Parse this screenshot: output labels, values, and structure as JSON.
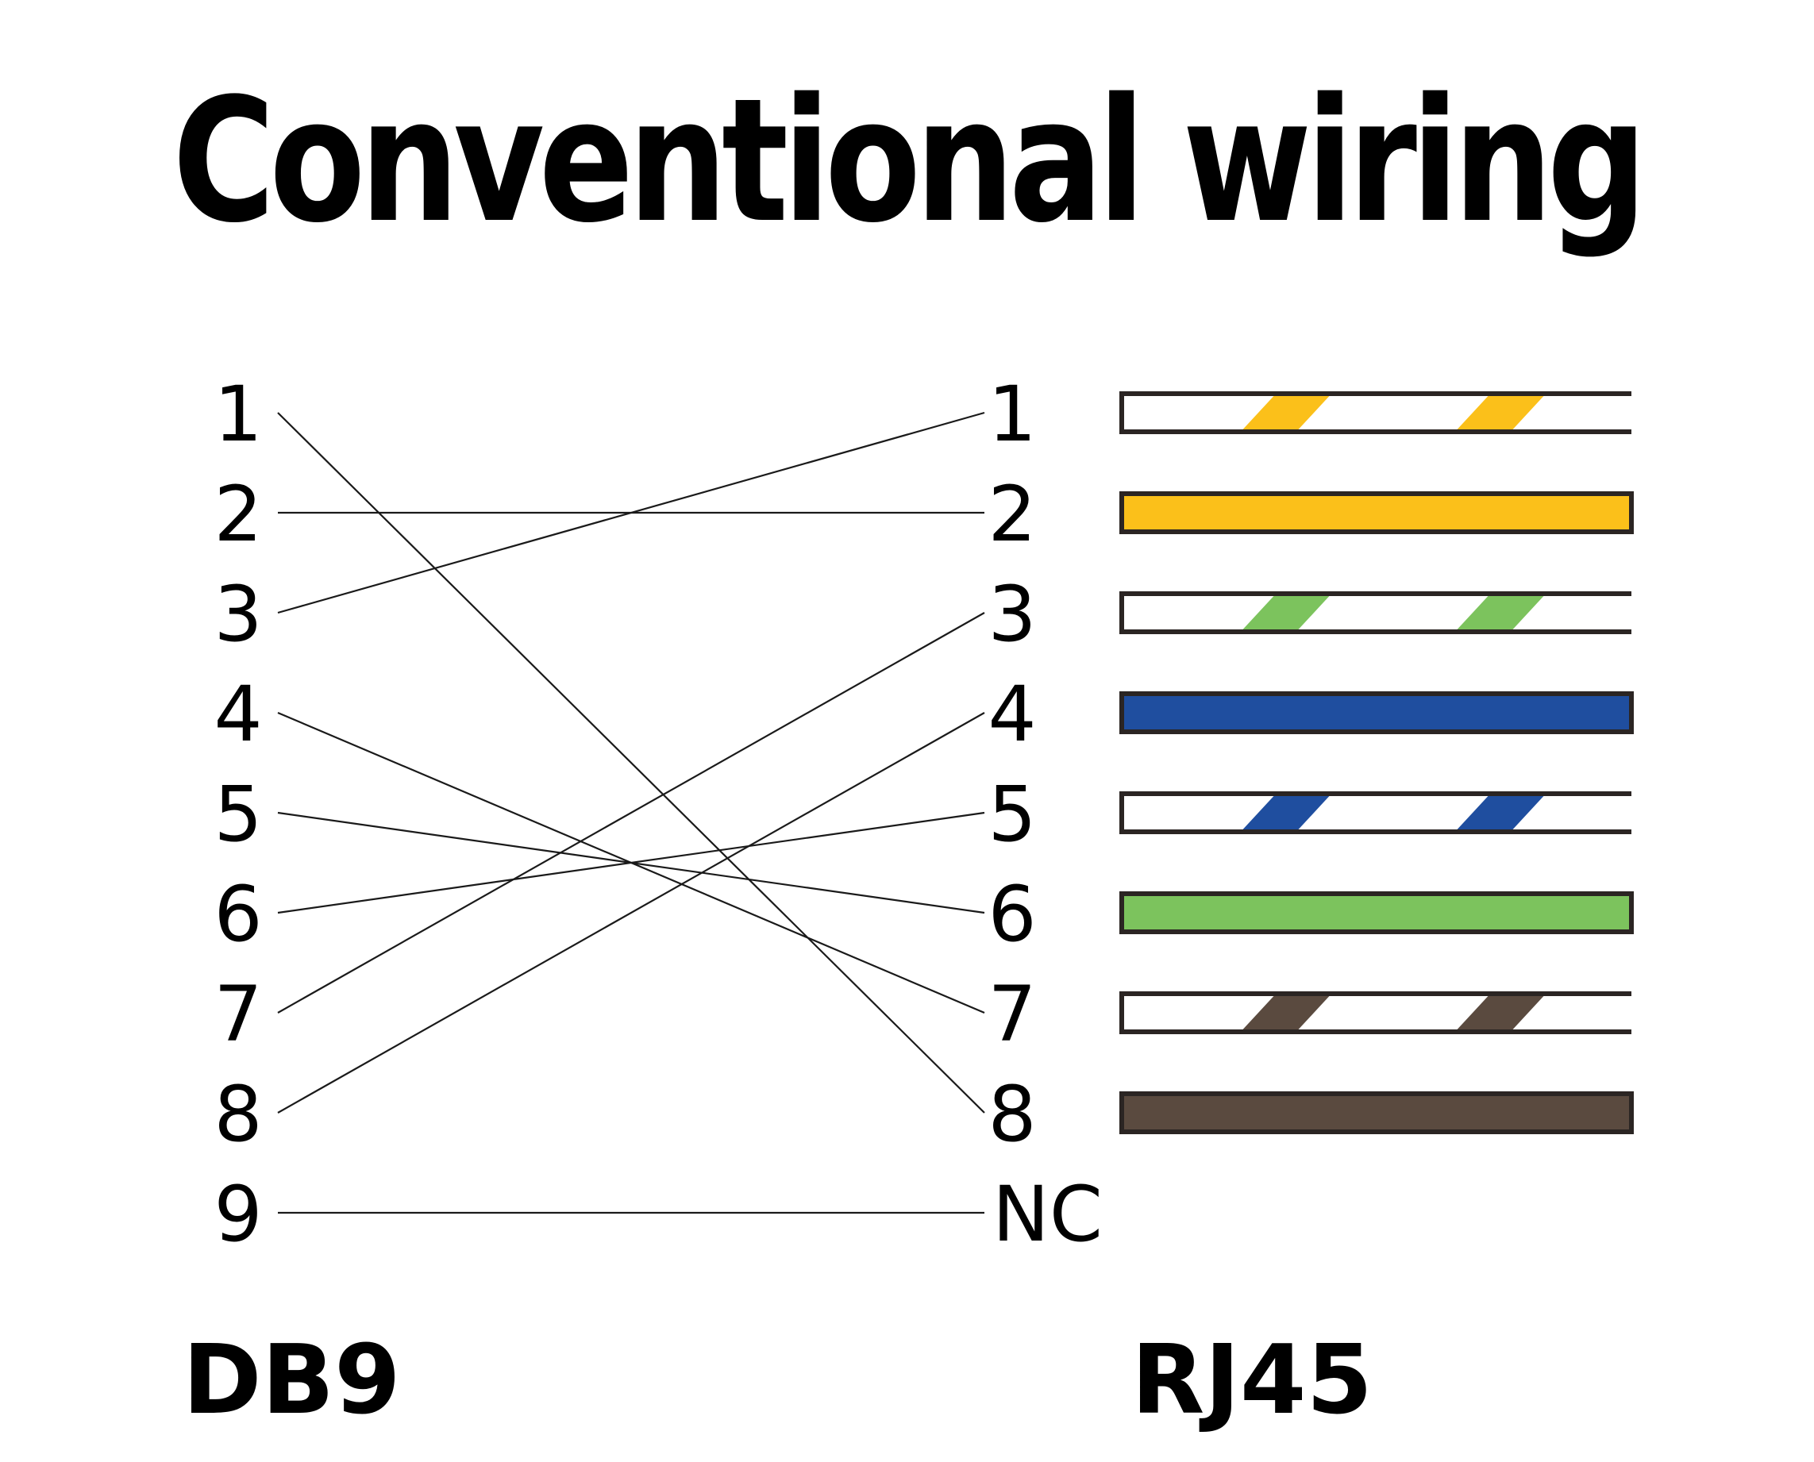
{
  "title": "Conventional wiring",
  "connectors": {
    "left": "DB9",
    "right": "RJ45"
  },
  "db9_pins": [
    "1",
    "2",
    "3",
    "4",
    "5",
    "6",
    "7",
    "8",
    "9"
  ],
  "rj45_pins": [
    "1",
    "2",
    "3",
    "4",
    "5",
    "6",
    "7",
    "8",
    "NC"
  ],
  "connections": [
    {
      "db9": "1",
      "rj45": "8"
    },
    {
      "db9": "2",
      "rj45": "2"
    },
    {
      "db9": "3",
      "rj45": "1"
    },
    {
      "db9": "4",
      "rj45": "7"
    },
    {
      "db9": "5",
      "rj45": "6"
    },
    {
      "db9": "6",
      "rj45": "5"
    },
    {
      "db9": "7",
      "rj45": "3"
    },
    {
      "db9": "8",
      "rj45": "4"
    },
    {
      "db9": "9",
      "rj45": "NC"
    }
  ],
  "wire_colors": [
    {
      "pin": "1",
      "style": "striped",
      "color": "#FBC01A"
    },
    {
      "pin": "2",
      "style": "solid",
      "color": "#FBC01A"
    },
    {
      "pin": "3",
      "style": "striped",
      "color": "#7CC35D"
    },
    {
      "pin": "4",
      "style": "solid",
      "color": "#1F4E9F"
    },
    {
      "pin": "5",
      "style": "striped",
      "color": "#1F4E9F"
    },
    {
      "pin": "6",
      "style": "solid",
      "color": "#7CC35D"
    },
    {
      "pin": "7",
      "style": "striped",
      "color": "#5A4A3F"
    },
    {
      "pin": "8",
      "style": "solid",
      "color": "#5A4A3F"
    }
  ],
  "outline_color": "#2B2523"
}
